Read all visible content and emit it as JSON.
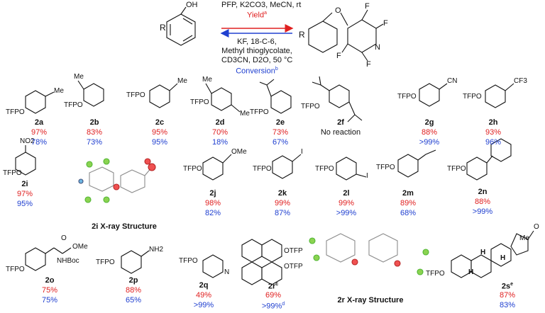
{
  "scheme": {
    "forward_conditions": "PFP, K2CO3, MeCN, rt",
    "forward_yield_label": "Yield",
    "forward_yield_sup": "a",
    "reverse_conditions_1": "KF, 18-C-6,",
    "reverse_conditions_2": "Methyl thioglycolate,",
    "reverse_conditions_3": "CD3CN, D2O, 50 °C",
    "reverse_conversion_label": "Conversion",
    "reverse_conversion_sup": "b",
    "start_substituent": "R",
    "start_group": "OH",
    "product_substituent": "R",
    "product_atoms": {
      "O": "O",
      "F": "F",
      "N": "N"
    },
    "arrow_colors": {
      "forward": "#e02020",
      "reverse": "#2040d0"
    }
  },
  "common_labels": {
    "tfpo": "TFPO",
    "me": "Me",
    "cn": "CN",
    "cf3": "CF3",
    "no2": "NO2",
    "ome": "OMe",
    "i": "I",
    "nh2": "NH2",
    "n": "N",
    "nhboc": "NHBoc",
    "otfp": "OTFP",
    "o": "O",
    "h": "H"
  },
  "compounds": [
    {
      "id": "2a",
      "yield": "97%",
      "conversion": "78%"
    },
    {
      "id": "2b",
      "yield": "83%",
      "conversion": "73%"
    },
    {
      "id": "2c",
      "yield": "95%",
      "conversion": "95%"
    },
    {
      "id": "2d",
      "yield": "70%",
      "conversion": "18%"
    },
    {
      "id": "2e",
      "yield": "73%",
      "conversion": "67%"
    },
    {
      "id": "2f",
      "note": "No reaction"
    },
    {
      "id": "2g",
      "yield": "88%",
      "conversion": ">99%"
    },
    {
      "id": "2h",
      "yield": "93%",
      "conversion": "96%"
    },
    {
      "id": "2i",
      "yield": "97%",
      "conversion": "95%"
    },
    {
      "id": "2j",
      "yield": "98%",
      "conversion": "82%"
    },
    {
      "id": "2k",
      "yield": "99%",
      "conversion": "87%"
    },
    {
      "id": "2l",
      "yield": "99%",
      "conversion": ">99%"
    },
    {
      "id": "2m",
      "yield": "89%",
      "conversion": "68%"
    },
    {
      "id": "2n",
      "yield": "88%",
      "conversion": ">99%"
    },
    {
      "id": "2o",
      "yield": "75%",
      "conversion": "75%"
    },
    {
      "id": "2p",
      "yield": "88%",
      "conversion": "65%"
    },
    {
      "id": "2q",
      "yield": "49%",
      "conversion": ">99%"
    },
    {
      "id": "2r",
      "id_sup": "c",
      "yield": "69%",
      "conversion": ">99%",
      "conversion_sup": "d"
    },
    {
      "id": "2s",
      "id_sup": "e",
      "yield": "87%",
      "conversion": "83%"
    }
  ],
  "xray_captions": {
    "i": "2i X-ray Structure",
    "r": "2r X-ray Structure"
  }
}
